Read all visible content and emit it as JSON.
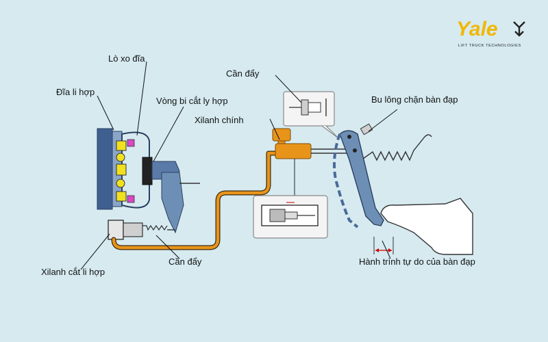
{
  "labels": {
    "lo_xo_dia": "Lò xo đĩa",
    "dia_li_hop": "Đĩa li hợp",
    "vong_bi": "Vòng bi cắt ly hợp",
    "xilanh_chinh": "Xilanh chính",
    "can_day_top": "Cần đẩy",
    "bu_long": "Bu lông chặn bàn đạp",
    "can_day_bottom": "Cần đẩy",
    "xilanh_cat": "Xilanh cắt li hợp",
    "hanh_trinh": "Hành trình tự do của bàn đạp"
  },
  "logo": {
    "brand": "Yale",
    "tagline": "LIFT TRUCK TECHNOLOGIES"
  },
  "colors": {
    "background": "#d6eaf0",
    "hydraulic_line": "#e8941a",
    "pedal": "#6e8fb5",
    "housing": "#5a7aa8",
    "spring_part": "#f0e020",
    "seal": "#d848c8",
    "brand": "#f2b705"
  }
}
